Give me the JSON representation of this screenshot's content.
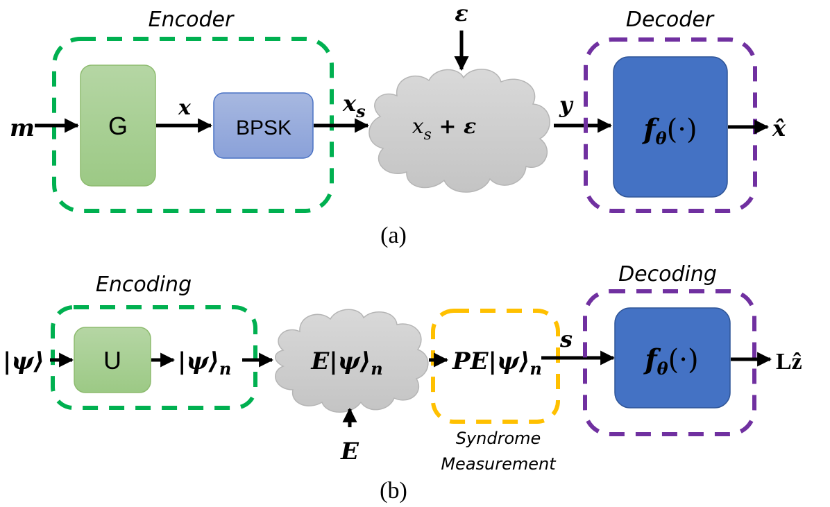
{
  "panel_a": {
    "caption": "(a)",
    "encoder_label": "Encoder",
    "decoder_label": "Decoder",
    "input_label": "m",
    "generator_block": "G",
    "x_label": "x",
    "modulator_block": "BPSK",
    "xs_label": "x",
    "xs_sub": "s",
    "noise_label": "ε",
    "channel_text": "x",
    "channel_sub": "s",
    "channel_plus": " + ε",
    "y_label": "y",
    "decoder_block_f": "f",
    "decoder_block_sub": "θ",
    "decoder_block_arg": "(·)",
    "output_label": "x̂"
  },
  "panel_b": {
    "caption": "(b)",
    "encoding_label": "Encoding",
    "decoding_label": "Decoding",
    "input_label": "|ψ⟩",
    "unitary_block": "U",
    "encoded_state": "|ψ⟩",
    "encoded_sub": "n",
    "channel_text": "E|ψ⟩",
    "channel_sub": "n",
    "error_label": "E",
    "measured_state": "PE|ψ⟩",
    "measured_sub": "n",
    "syndrome_caption_1": "Syndrome",
    "syndrome_caption_2": "Measurement",
    "s_label": "s",
    "decoder_block_f": "f",
    "decoder_block_sub": "θ",
    "decoder_block_arg": "(·)",
    "output_label": "Lẑ"
  },
  "colors": {
    "encoder_dash": "#00b050",
    "decoder_dash": "#7030a0",
    "syndrome_dash": "#ffc000",
    "green_block": "#a9d18e",
    "bpsk_block": "#8faadc",
    "decoder_block": "#4472c4",
    "cloud": "#d0d0d0"
  }
}
